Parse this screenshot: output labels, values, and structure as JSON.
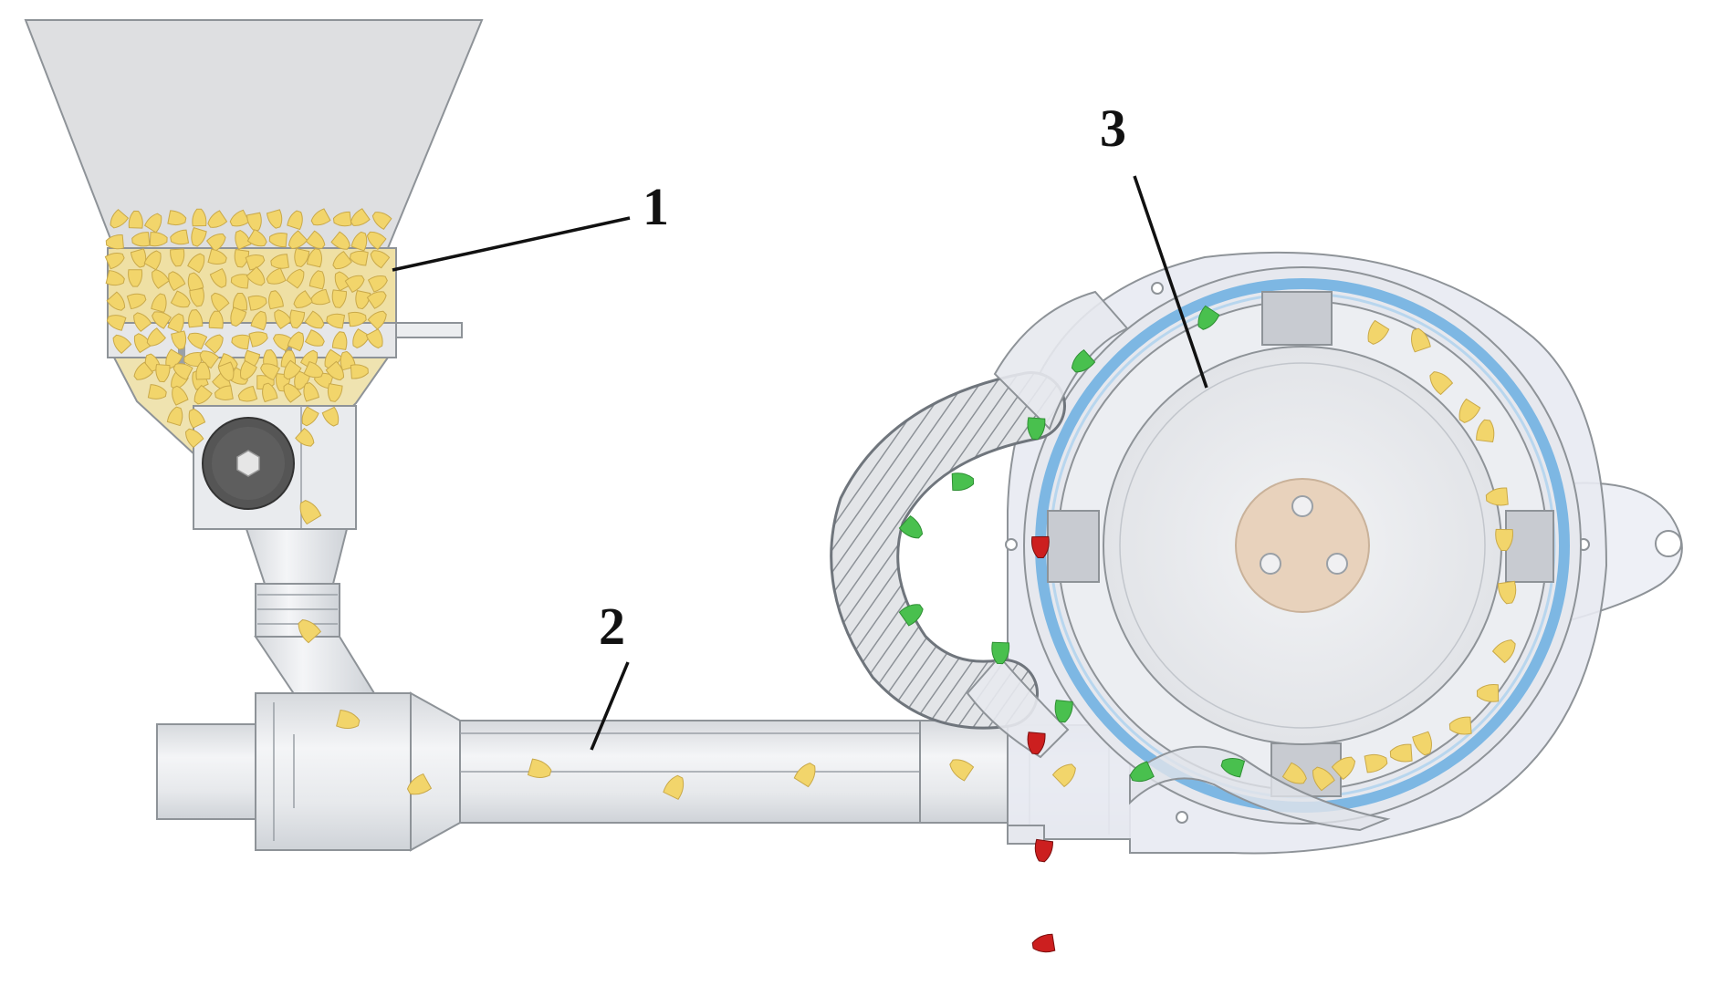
{
  "colors": {
    "seed_yellow": "#f2d56b",
    "seed_green": "#49c04e",
    "seed_red": "#cc1f1f",
    "metal_light": "#e9ebee",
    "metal_mid": "#d3d6da",
    "hopper_fill": "#dedfe1",
    "ring_blue": "#6aaee0",
    "hub": "#e8d2bc",
    "knob": "#555555"
  },
  "callouts": [
    {
      "id": "1",
      "text": "1"
    },
    {
      "id": "2",
      "text": "2"
    },
    {
      "id": "3",
      "text": "3"
    }
  ]
}
